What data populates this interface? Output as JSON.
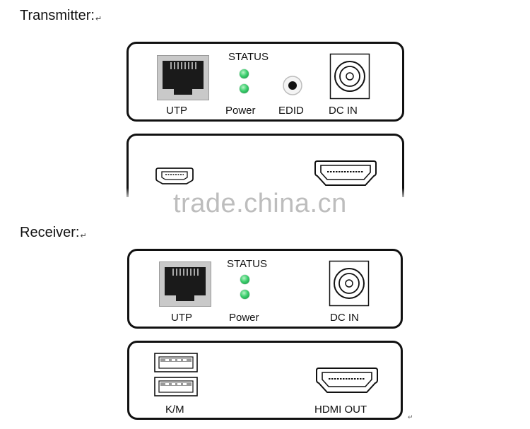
{
  "transmitter": {
    "heading": "Transmitter:",
    "front": {
      "utp": "UTP",
      "status": "STATUS",
      "power": "Power",
      "edid": "EDID",
      "dc_in": "DC IN"
    },
    "leds": {
      "color": "#2ecc71"
    }
  },
  "receiver": {
    "heading": "Receiver:",
    "front": {
      "utp": "UTP",
      "status": "STATUS",
      "power": "Power",
      "dc_in": "DC IN"
    },
    "rear": {
      "km": "K/M",
      "hdmi_out": "HDMI OUT"
    },
    "leds": {
      "color": "#2ecc71"
    }
  },
  "return_mark": "↵",
  "watermark": "trade.china.cn"
}
